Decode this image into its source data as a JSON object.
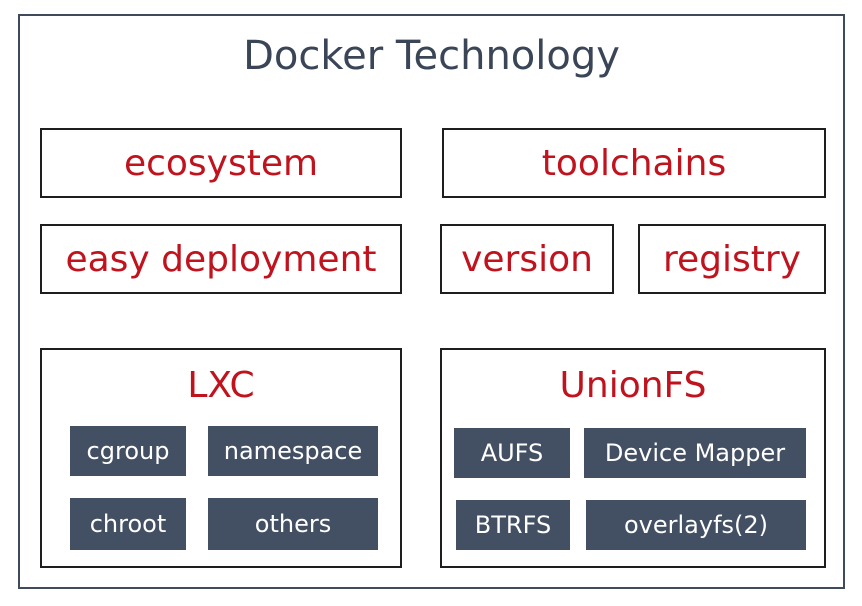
{
  "title": "Docker Technology",
  "top_row": {
    "ecosystem": "ecosystem",
    "toolchains": "toolchains"
  },
  "second_row": {
    "easy_deployment": "easy deployment",
    "version": "version",
    "registry": "registry"
  },
  "lxc": {
    "title": "LXC",
    "items": [
      "cgroup",
      "namespace",
      "chroot",
      "others"
    ]
  },
  "unionfs": {
    "title": "UnionFS",
    "items": [
      "AUFS",
      "Device Mapper",
      "BTRFS",
      "overlayfs(2)"
    ]
  },
  "colors": {
    "frame": "#3f4a5a",
    "label_red": "#c0131e",
    "chip_bg": "#434f63"
  }
}
